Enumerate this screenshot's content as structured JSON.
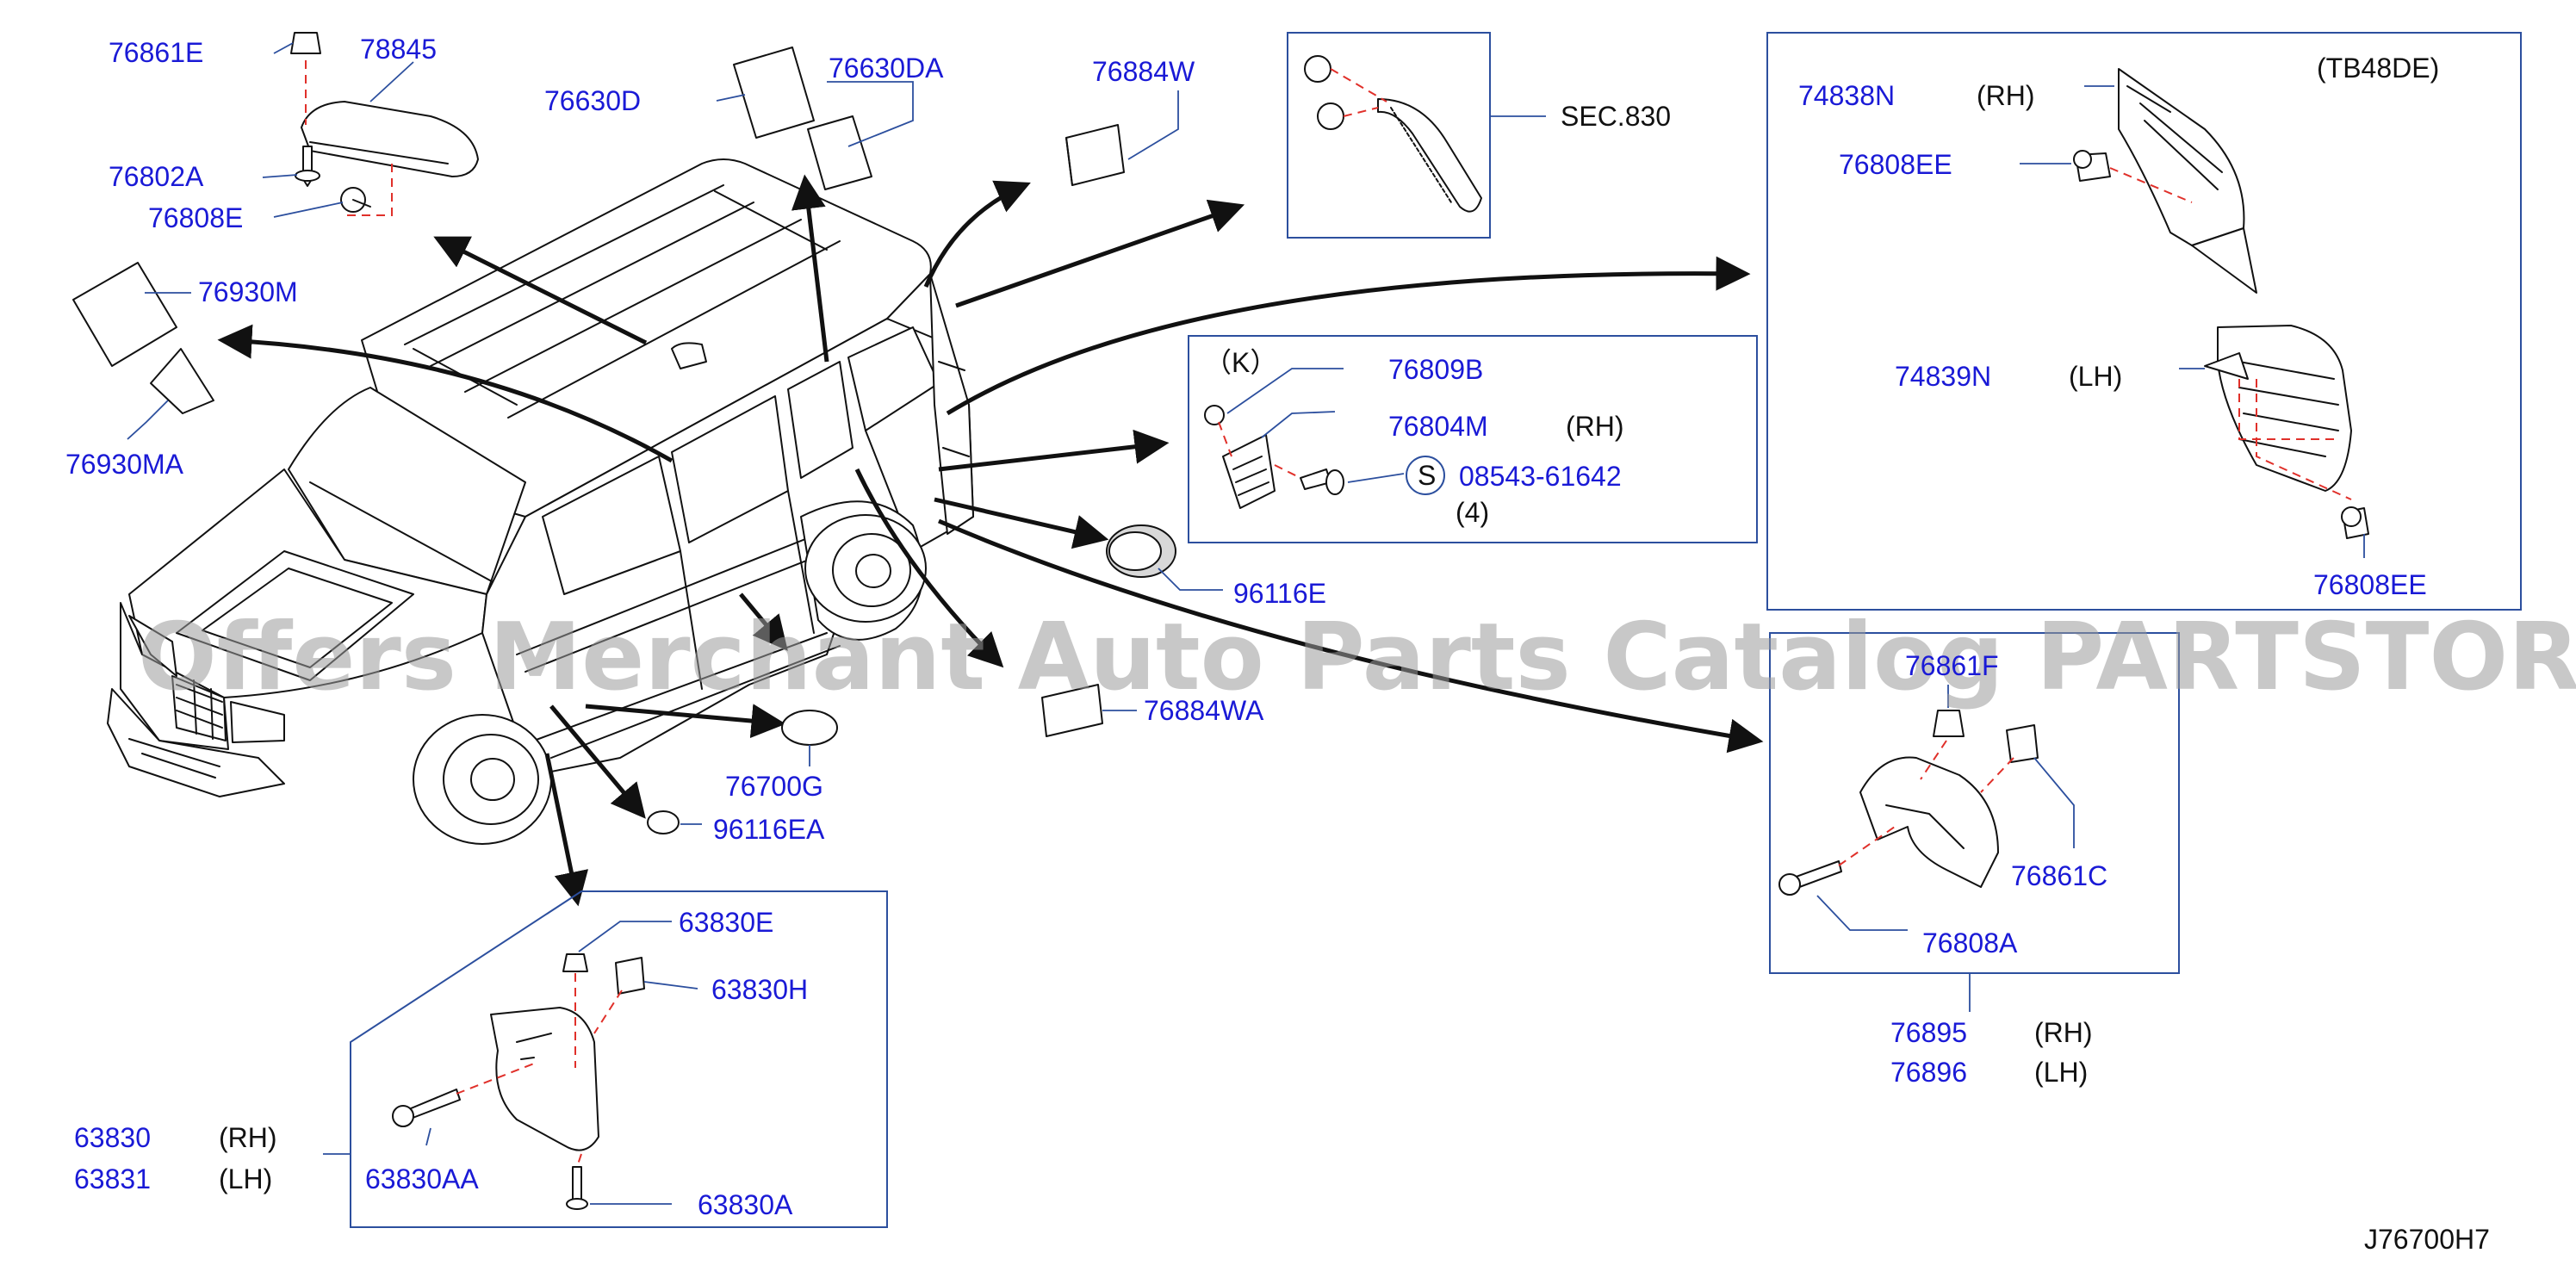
{
  "diagram_code": "J76700H7",
  "watermark": "Offers Merchant Auto Parts Catalog PARTSTORE.SA",
  "parts": {
    "p76861E": "76861E",
    "p78845": "78845",
    "p76802A": "76802A",
    "p76808E": "76808E",
    "p76630D": "76630D",
    "p76630DA": "76630DA",
    "p76884W": "76884W",
    "p76930M": "76930M",
    "p76930MA": "76930MA",
    "p76809B": "76809B",
    "p76804M": "76804M",
    "p08543_61642": "08543-61642",
    "p96116E": "96116E",
    "p76884WA": "76884WA",
    "p76700G": "76700G",
    "p96116EA": "96116EA",
    "p63830E": "63830E",
    "p63830H": "63830H",
    "p63830": "63830",
    "p63831": "63831",
    "p63830AA": "63830AA",
    "p63830A": "63830A",
    "p74838N": "74838N",
    "p76808EE_a": "76808EE",
    "p74839N": "74839N",
    "p76808EE_b": "76808EE",
    "p76861F": "76861F",
    "p76861C": "76861C",
    "p76808A": "76808A",
    "p76895": "76895",
    "p76896": "76896"
  },
  "notes": {
    "sec830": "SEC.830",
    "tb48de": "(TB48DE)",
    "rh": "(RH)",
    "lh": "(LH)",
    "k": "（K）",
    "s": "S",
    "qty4": "(4)"
  }
}
